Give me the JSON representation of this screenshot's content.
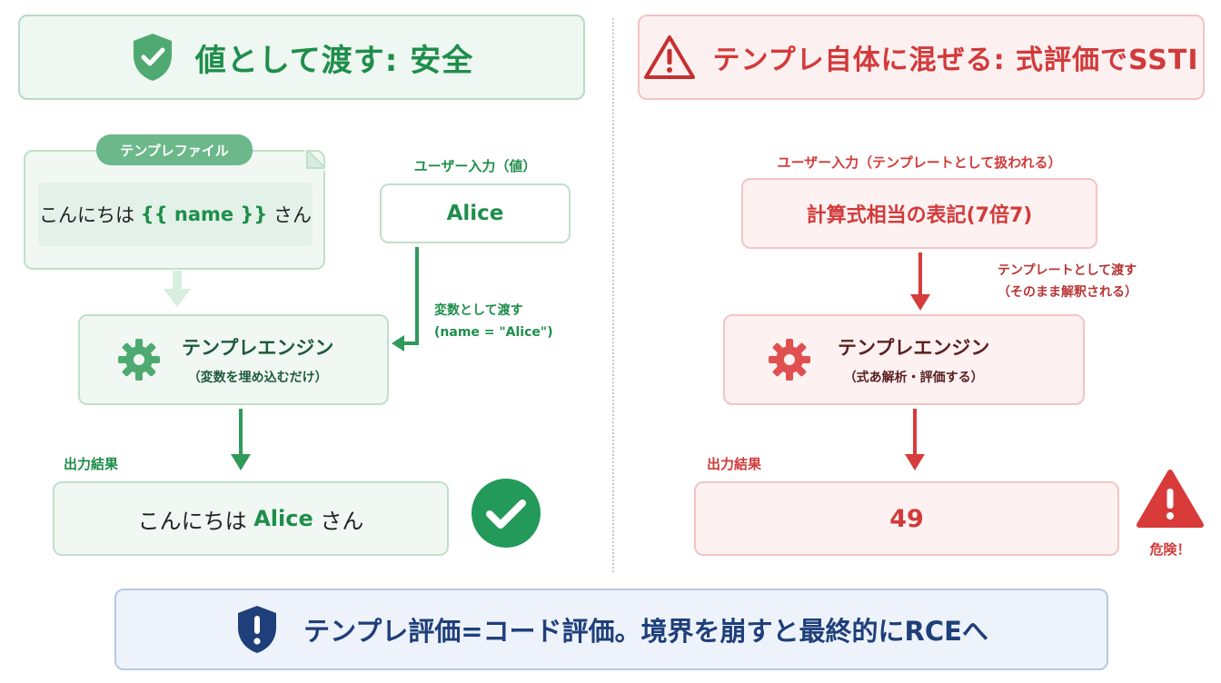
{
  "left": {
    "header_title": "値として渡す: 安全",
    "template_file_tab": "テンプレファイル",
    "template_text_before": "こんにちは ",
    "template_var": "{{ name }}",
    "template_text_after": " さん",
    "user_input_label": "ユーザー入力（値）",
    "user_input_value": "Alice",
    "pass_note_line1": "変数として渡す",
    "pass_note_line2": "(name = \"Alice\")",
    "engine_title": "テンプレエンジン",
    "engine_sub": "（変数を埋め込むだけ）",
    "output_label": "出力結果",
    "output_before": "こんにちは ",
    "output_value": "Alice",
    "output_after": " さん"
  },
  "right": {
    "header_title": "テンプレ自体に混ぜる: 式評価でSSTI",
    "user_input_label": "ユーザー入力（テンプレートとして扱われる）",
    "user_input_value": "計算式相当の表記(7倍7)",
    "pass_note_line1": "テンプレートとして渡す",
    "pass_note_line2": "（そのまま解釈される）",
    "engine_title": "テンプレエンジン",
    "engine_sub": "（式あ解析・評価する）",
    "output_label": "出力結果",
    "output_value": "49",
    "danger_label": "危険！"
  },
  "footer": {
    "message": "テンプレ評価=コード評価。境界を崩すと最終的にRCEへ"
  },
  "colors": {
    "green": "#1e8e4a",
    "red": "#d23a3a",
    "navy": "#1f3f7a"
  }
}
